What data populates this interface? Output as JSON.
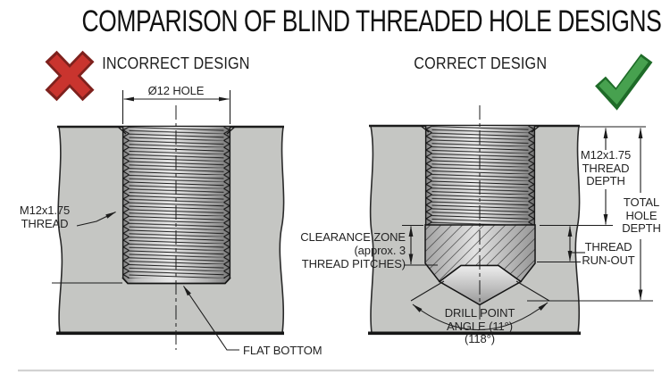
{
  "title": "COMPARISON OF BLIND THREADED HOLE DESIGNS",
  "incorrect": {
    "heading": "INCORRECT DESIGN",
    "icon": "red-x-mark",
    "labels": {
      "hole_diameter": "Ø12 HOLE",
      "thread": "M12x1.75\nTHREAD",
      "flat_bottom": "FLAT BOTTOM"
    }
  },
  "correct": {
    "heading": "CORRECT DESIGN",
    "icon": "green-check-mark",
    "labels": {
      "thread_depth": "M12x1.75\nTHREAD\nDEPTH",
      "total_hole_depth": "TOTAL\nHOLE\nDEPTH",
      "clearance_zone": "CLEARANCE ZONE\n(approx. 3\nTHREAD PITCHES)",
      "thread_runout": "THREAD\nRUN-OUT",
      "drill_point_angle": "DRILL POINT\nANGLE (11°)\n(118°)"
    }
  },
  "colors": {
    "material_gray": "#c5c6c3",
    "line": "#1c1c1c",
    "error_red": "#c9342e",
    "success_green": "#47a14f",
    "background": "#ffffff"
  }
}
